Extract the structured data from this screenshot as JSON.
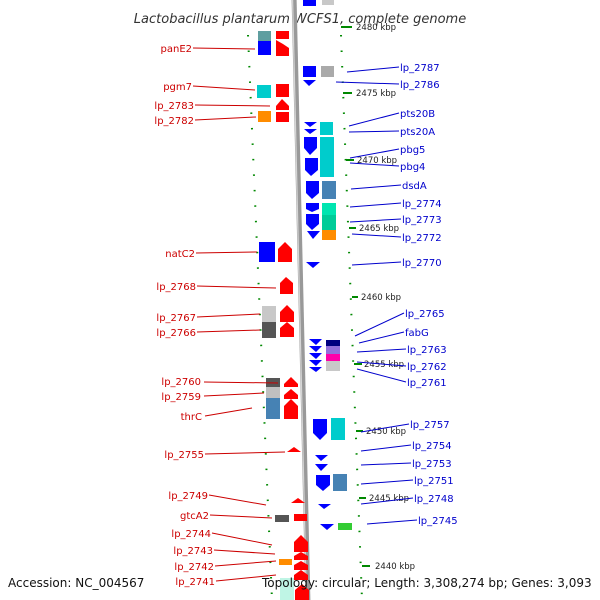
{
  "title": "Lactobacillus plantarum WCFS1, complete genome",
  "footer": {
    "accession": "Accession: NC_004567",
    "topology": "Topology: circular; Length: 3,308,274 bp; Genes: 3,093"
  },
  "kbp_labels": [
    "2480 kbp",
    "2475 kbp",
    "2470 kbp",
    "2465 kbp",
    "2460 kbp",
    "2455 kbp",
    "2450 kbp",
    "2445 kbp",
    "2440 kbp"
  ],
  "left_labels": [
    "panE2",
    "pgm7",
    "lp_2783",
    "lp_2782",
    "natC2",
    "lp_2768",
    "lp_2767",
    "lp_2766",
    "lp_2760",
    "lp_2759",
    "thrC",
    "lp_2755",
    "lp_2749",
    "gtcA2",
    "lp_2744",
    "lp_2743",
    "lp_2742",
    "lp_2741"
  ],
  "right_labels": [
    "lp_2787",
    "lp_2786",
    "pts20B",
    "pts20A",
    "pbg5",
    "pbg4",
    "dsdA",
    "lp_2774",
    "lp_2773",
    "lp_2772",
    "lp_2770",
    "lp_2765",
    "fabG",
    "lp_2763",
    "lp_2762",
    "lp_2761",
    "lp_2757",
    "lp_2754",
    "lp_2753",
    "lp_2751",
    "lp_2748",
    "lp_2745"
  ],
  "colors": {
    "reverse_strand": "#ff0000",
    "forward_strand": "#0000ff",
    "label_left": "#cc0000",
    "label_right": "#0000cc",
    "backbone": "#999999",
    "ticks": "#008800"
  }
}
